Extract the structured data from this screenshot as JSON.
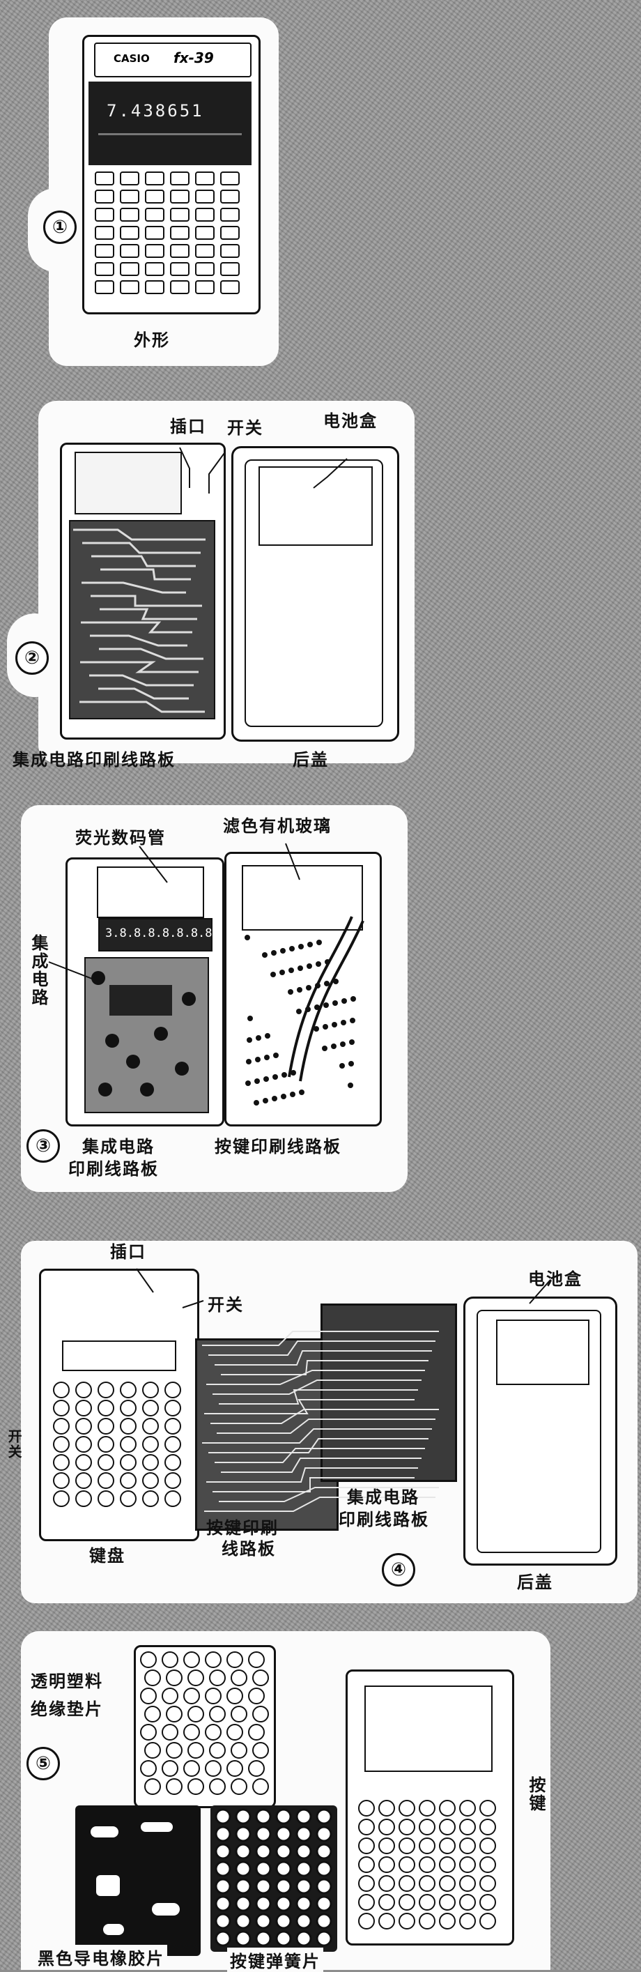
{
  "figure1": {
    "number": "①",
    "brand": "CASIO",
    "model": "fx-39",
    "display": "7.438651",
    "caption": "外形"
  },
  "figure2": {
    "number": "②",
    "labels": {
      "jack": "插口",
      "switch": "开关",
      "battery_box": "电池盒",
      "ic_board": "集成电路印刷线路板",
      "back_cover": "后盖"
    }
  },
  "figure3": {
    "number": "③",
    "labels": {
      "vfd": "荧光数码管",
      "filter_glass": "滤色有机玻璃",
      "ic": "集成电路",
      "ic_board_line1": "集成电路",
      "ic_board_line2": "印刷线路板",
      "key_board": "按键印刷线路板"
    },
    "vfd_display": "3.8.8.8.8.8.8.8"
  },
  "figure4": {
    "number": "④",
    "labels": {
      "jack": "插口",
      "switch": "开关",
      "battery_box": "电池盒",
      "keyboard": "键盘",
      "key_board_line1": "按键印刷",
      "key_board_line2": "线路板",
      "ic_board_line1": "集成电路",
      "ic_board_line2": "印刷线路板",
      "back_cover": "后盖",
      "edge_fragment": "开关"
    }
  },
  "figure5": {
    "number": "⑤",
    "labels": {
      "insulator_line1": "透明塑料",
      "insulator_line2": "绝缘垫片",
      "keys": "按键",
      "rubber": "黑色导电橡胶片",
      "spring": "按键弹簧片"
    }
  }
}
